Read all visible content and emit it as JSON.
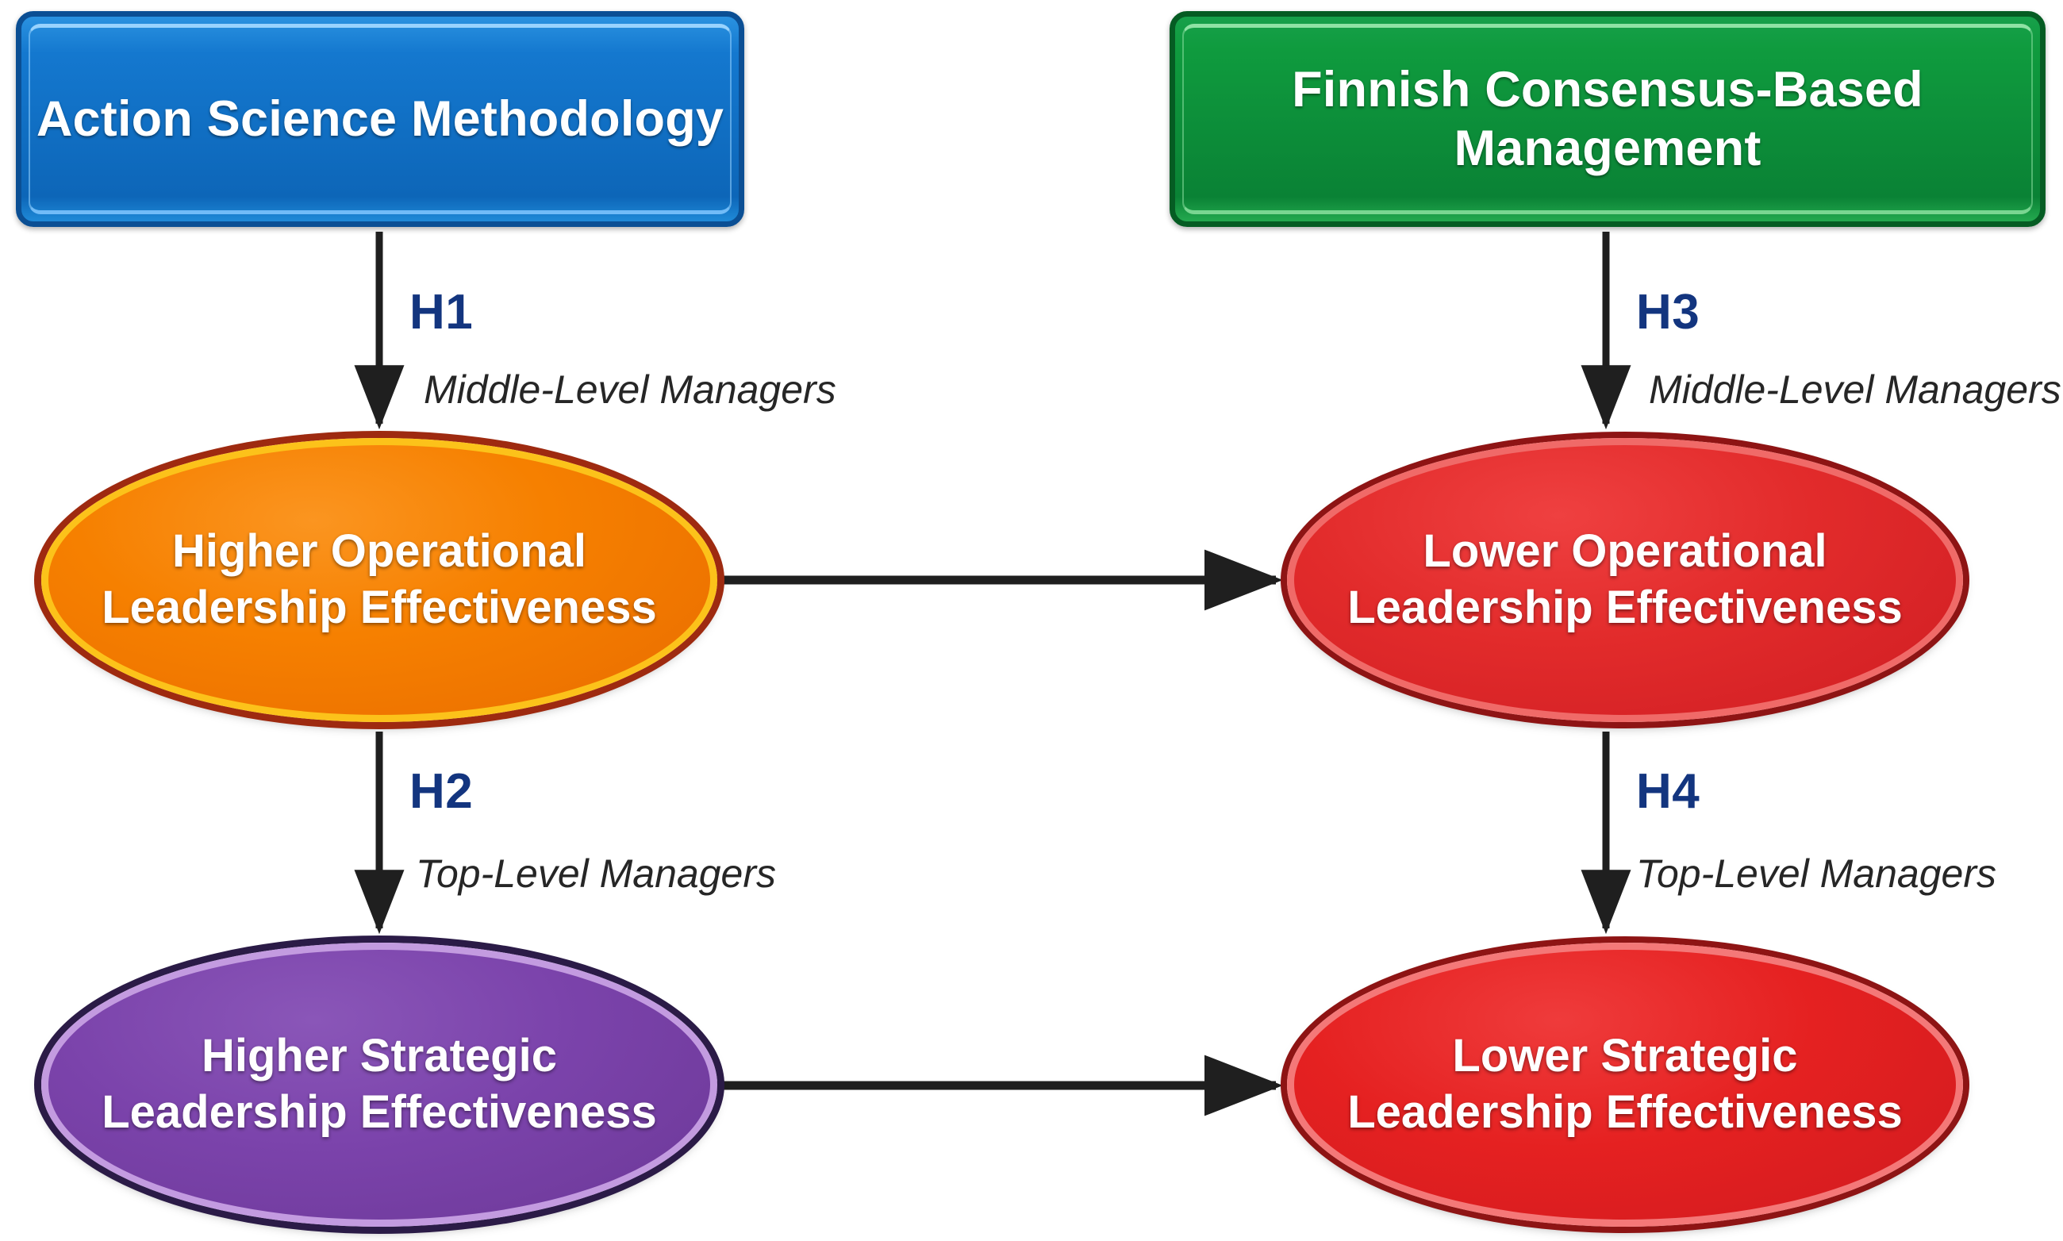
{
  "diagram": {
    "title": "Hypotheses model linking methodology to leadership effectiveness",
    "colors": {
      "blue_box": "#1478CF",
      "green_box": "#0F9B3E",
      "orange_ellipse": "#F68000",
      "orange_ring": "#FCC21A",
      "red_ellipse": "#E22B2B",
      "purple_ellipse": "#7B43AB",
      "hypothesis_label": "#13357F",
      "arrow": "#1A1A1A",
      "background": "#FFFFFF"
    },
    "sources": [
      {
        "id": "action-science",
        "label": "Action Science\nMethodology"
      },
      {
        "id": "finnish-consensus",
        "label": "Finnish Consensus-Based\nManagement"
      }
    ],
    "outcomes": [
      {
        "id": "higher-operational",
        "label": "Higher Operational\nLeadership Effectiveness"
      },
      {
        "id": "lower-operational",
        "label": "Lower Operational\nLeadership Effectiveness"
      },
      {
        "id": "higher-strategic",
        "label": "Higher Strategic\nLeadership Effectiveness"
      },
      {
        "id": "lower-strategic",
        "label": "Lower Strategic\nLeadership Effectiveness"
      }
    ],
    "hypotheses": [
      {
        "id": "h1",
        "code": "H1",
        "note": "Middle-Level Managers"
      },
      {
        "id": "h2",
        "code": "H2",
        "note": "Top-Level Managers"
      },
      {
        "id": "h3",
        "code": "H3",
        "note": "Middle-Level Managers"
      },
      {
        "id": "h4",
        "code": "H4",
        "note": "Top-Level Managers"
      }
    ],
    "edges": [
      {
        "from": "action-science",
        "to": "higher-operational",
        "label": "H1",
        "direction": "down"
      },
      {
        "from": "higher-operational",
        "to": "higher-strategic",
        "label": "H2",
        "direction": "down"
      },
      {
        "from": "finnish-consensus",
        "to": "lower-operational",
        "label": "H3",
        "direction": "down"
      },
      {
        "from": "lower-operational",
        "to": "lower-strategic",
        "label": "H4",
        "direction": "down"
      },
      {
        "from": "higher-operational",
        "to": "lower-operational",
        "label": "",
        "direction": "right"
      },
      {
        "from": "higher-strategic",
        "to": "lower-strategic",
        "label": "",
        "direction": "right"
      }
    ]
  }
}
